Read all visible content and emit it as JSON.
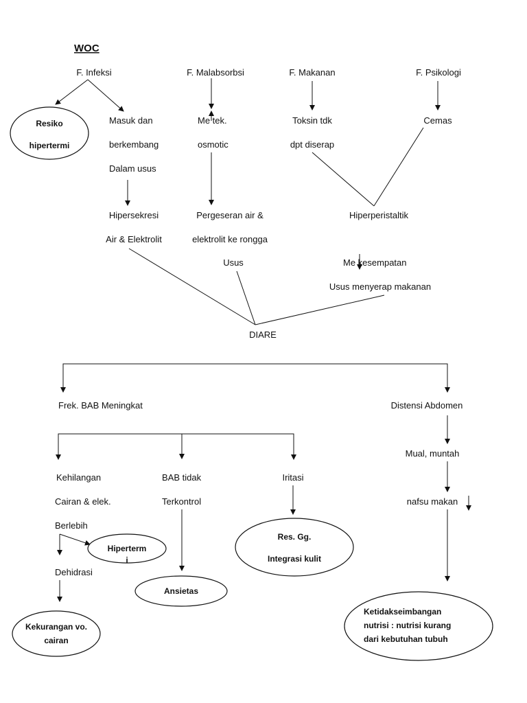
{
  "title": "WOC",
  "factors": {
    "infeksi": "F. Infeksi",
    "malabsorbsi": "F. Malabsorbsi",
    "makanan": "F. Makanan",
    "psikologi": "F. Psikologi"
  },
  "infeksi": {
    "resiko": [
      "Resiko",
      "hipertermi"
    ],
    "masuk": [
      "Masuk dan",
      "berkembang",
      "Dalam usus"
    ],
    "hipersekresi": [
      "Hipersekresi",
      "Air & Elektrolit"
    ]
  },
  "malabsorbsi": {
    "tekanan": [
      "Me  tek.",
      "osmotic"
    ],
    "pergeseran": [
      "Pergeseran air &",
      "elektrolit ke rongga",
      "Usus"
    ]
  },
  "makanan": {
    "toksin": [
      "Toksin tdk",
      "dpt diserap"
    ]
  },
  "psikologi": {
    "cemas": "Cemas"
  },
  "hiperperistaltik": "Hiperperistaltik",
  "kesempatan": [
    "Me   kesempatan",
    "Usus menyerap makanan"
  ],
  "diare": "DIARE",
  "frek": {
    "label": "Frek. BAB Meningkat",
    "kehilangan": [
      "Kehilangan",
      "Cairan & elek.",
      "Berlebih"
    ],
    "hiperterm": [
      "Hiperterm",
      "i"
    ],
    "dehidrasi": "Dehidrasi",
    "kekurangan": [
      "Kekurangan vo.",
      "cairan"
    ],
    "bab": [
      "BAB tidak",
      "Terkontrol"
    ],
    "ansietas": "Ansietas",
    "iritasi": "Iritasi",
    "integrasi": [
      "Res. Gg.",
      "Integrasi kulit"
    ]
  },
  "distensi": {
    "label": "Distensi Abdomen",
    "mual": "Mual, muntah",
    "nafsu": "nafsu makan",
    "nutrisi": [
      "Ketidakseimbangan",
      "nutrisi : nutrisi kurang",
      "dari kebutuhan tubuh"
    ]
  }
}
